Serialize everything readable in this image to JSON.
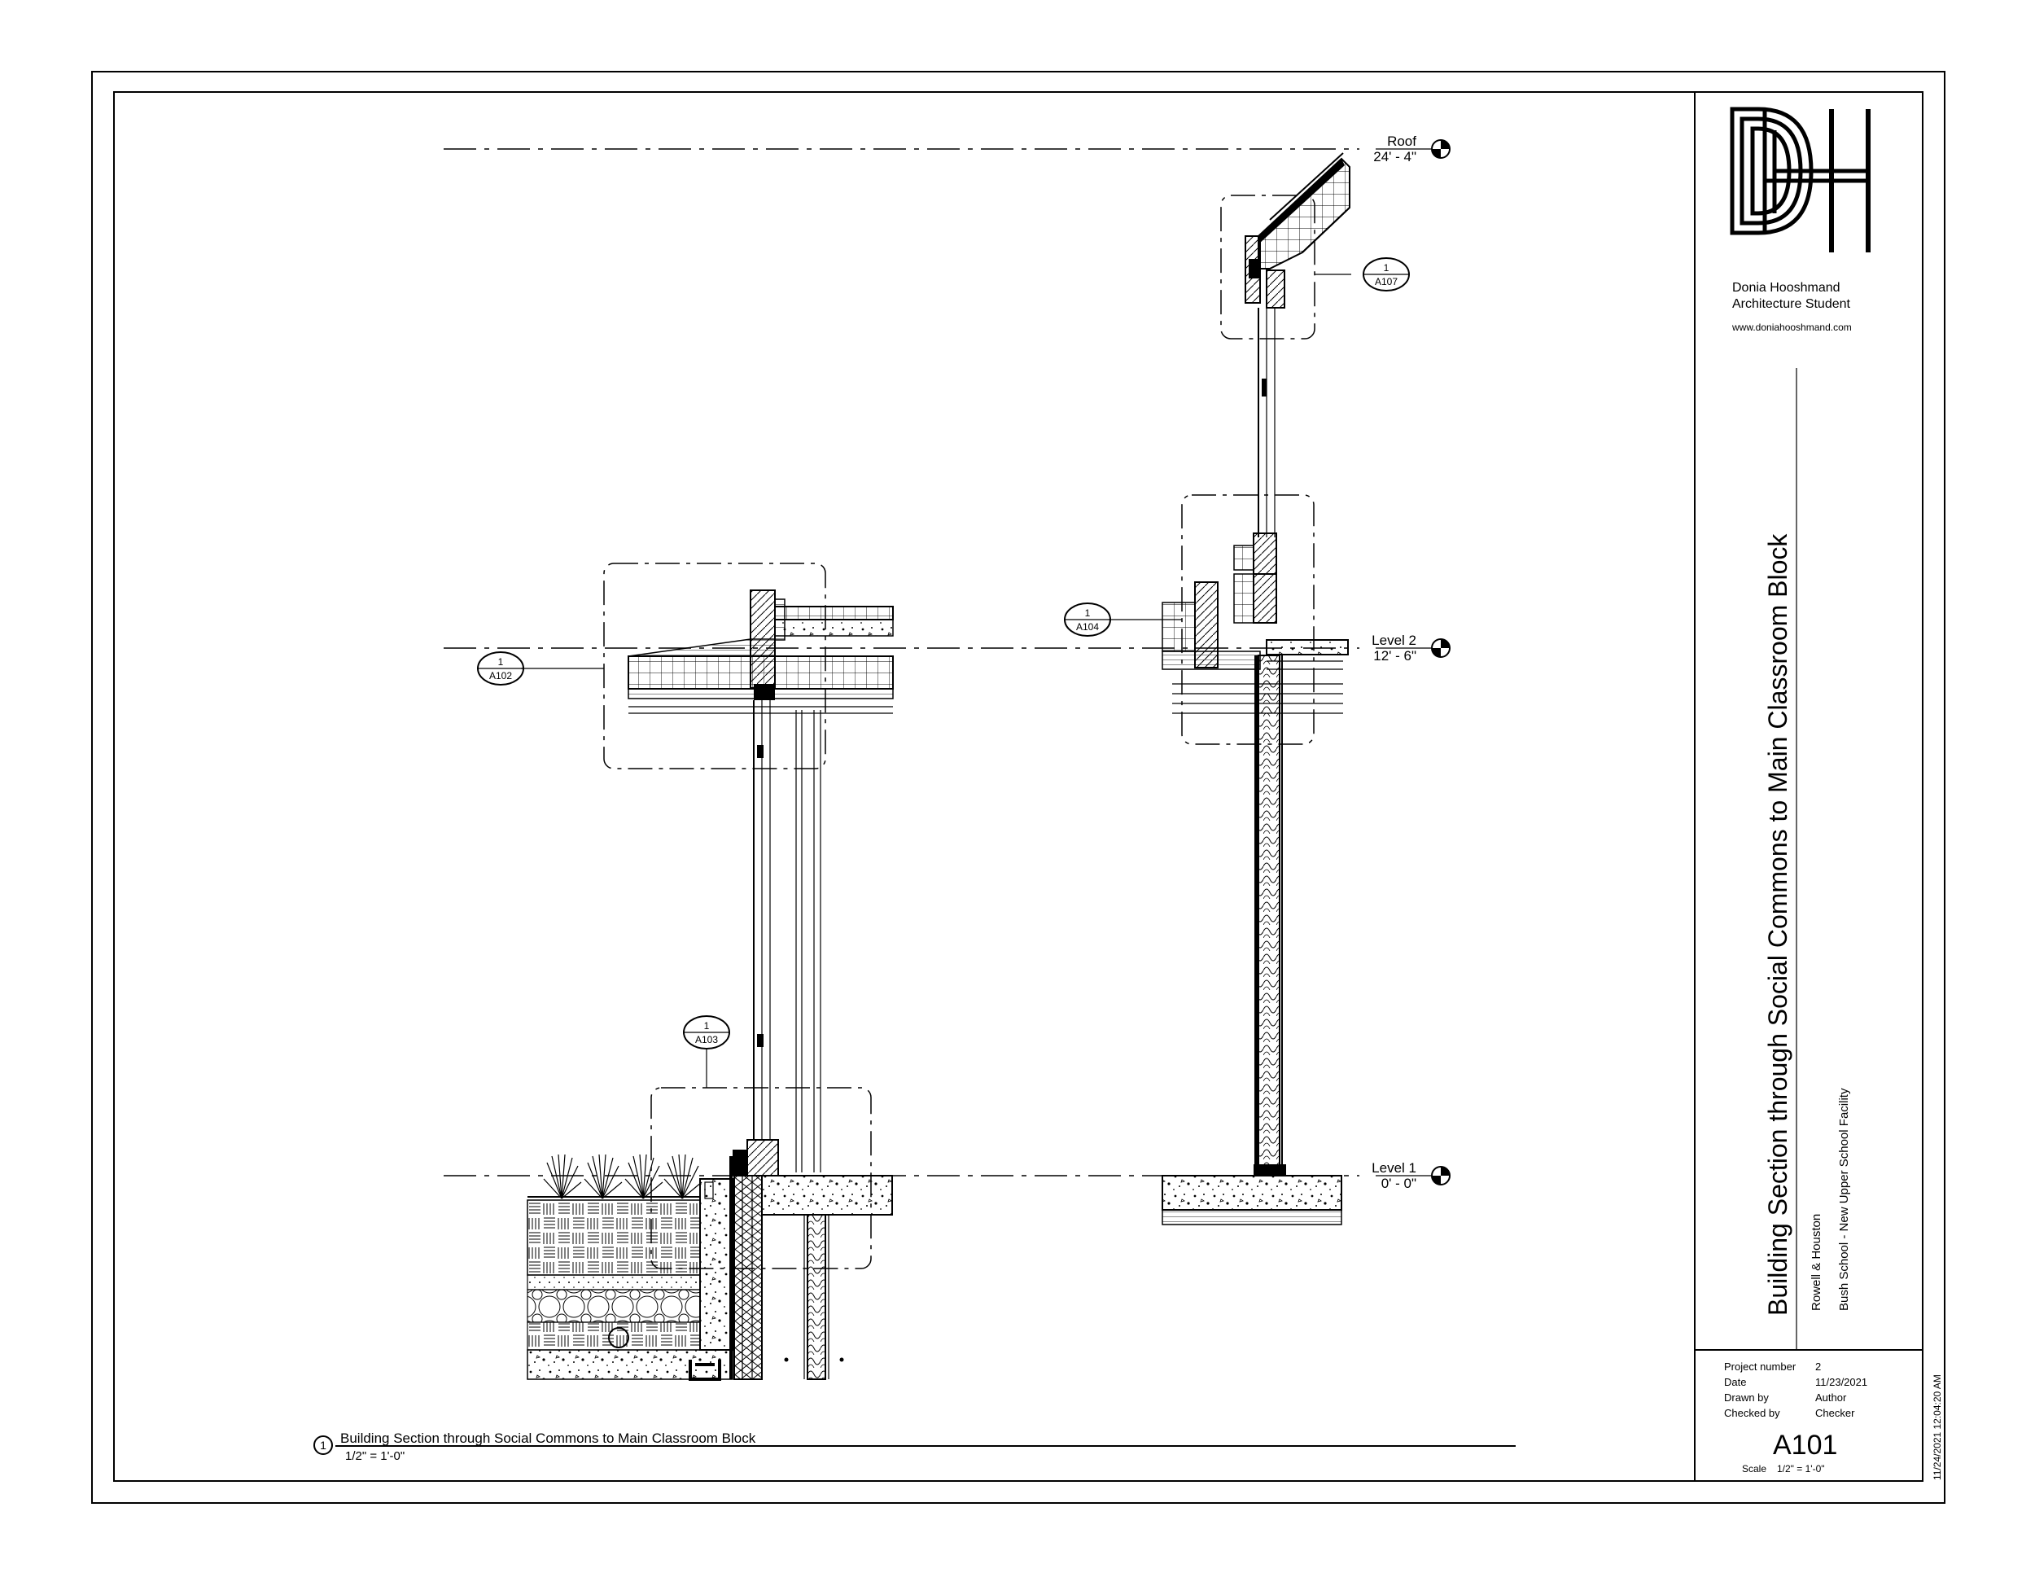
{
  "title_block": {
    "author_name": "Donia Hooshmand",
    "author_role": "Architecture Student",
    "website": "www.doniahooshmand.com",
    "sheet_title": "Building Section through Social Commons to Main Classroom Block",
    "client": "Rowell & Houston",
    "project": "Bush School - New Upper School Facility",
    "fields": [
      {
        "label": "Project number",
        "value": "2"
      },
      {
        "label": "Date",
        "value": "11/23/2021"
      },
      {
        "label": "Drawn by",
        "value": "Author"
      },
      {
        "label": "Checked by",
        "value": "Checker"
      }
    ],
    "sheet_number": "A101",
    "scale_label": "Scale",
    "scale_value": "1/2\" = 1'-0\"",
    "print_stamp": "11/24/2021 12:04:20 AM"
  },
  "levels": [
    {
      "name": "Roof",
      "elevation": "24' - 4\""
    },
    {
      "name": "Level 2",
      "elevation": "12' - 6\""
    },
    {
      "name": "Level 1",
      "elevation": "0' - 0\""
    }
  ],
  "detail_callouts": [
    {
      "number": "1",
      "sheet": "A107"
    },
    {
      "number": "1",
      "sheet": "A104"
    },
    {
      "number": "1",
      "sheet": "A102"
    },
    {
      "number": "1",
      "sheet": "A103"
    }
  ],
  "view_title": {
    "number": "1",
    "name": "Building Section through Social Commons to Main Classroom Block",
    "scale": "1/2\" = 1'-0\""
  },
  "logo_monogram": "DH"
}
